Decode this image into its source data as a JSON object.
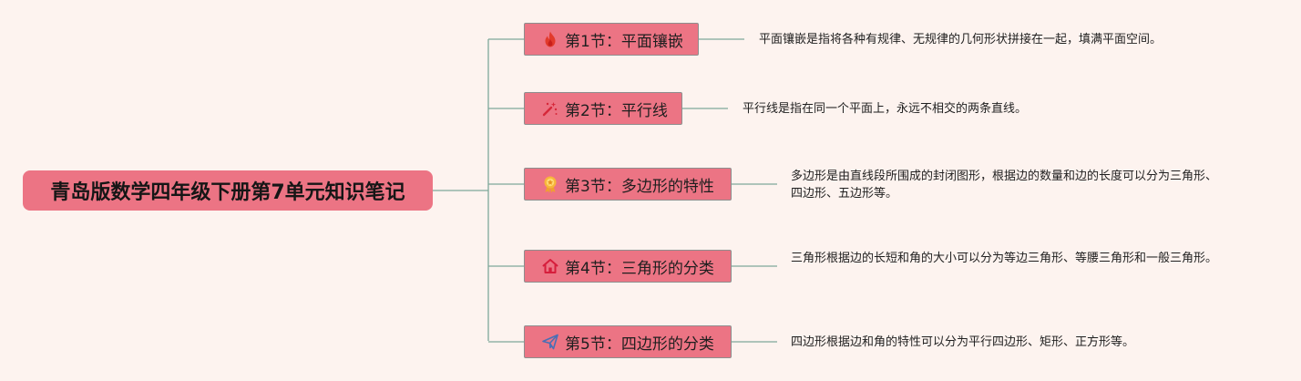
{
  "root": {
    "title": "青岛版数学四年级下册第7单元知识笔记"
  },
  "sections": [
    {
      "label": "第1节：平面镶嵌",
      "icon": "fire-icon",
      "description": "平面镶嵌是指将各种有规律、无规律的几何形状拼接在一起，填满平面空间。"
    },
    {
      "label": "第2节：平行线",
      "icon": "magic-wand-icon",
      "description": "平行线是指在同一个平面上，永远不相交的两条直线。"
    },
    {
      "label": "第3节：多边形的特性",
      "icon": "award-ribbon-icon",
      "description": "多边形是由直线段所围成的封闭图形，根据边的数量和边的长度可以分为三角形、四边形、五边形等。"
    },
    {
      "label": "第4节：三角形的分类",
      "icon": "home-icon",
      "description": "三角形根据边的长短和角的大小可以分为等边三角形、等腰三角形和一般三角形。"
    },
    {
      "label": "第5节：四边形的分类",
      "icon": "paper-plane-icon",
      "description": "四边形根据边和角的特性可以分为平行四边形、矩形、正方形等。"
    }
  ],
  "colors": {
    "background": "#fdf3ef",
    "node_fill": "#ec7484",
    "connector": "#7fa89a"
  }
}
